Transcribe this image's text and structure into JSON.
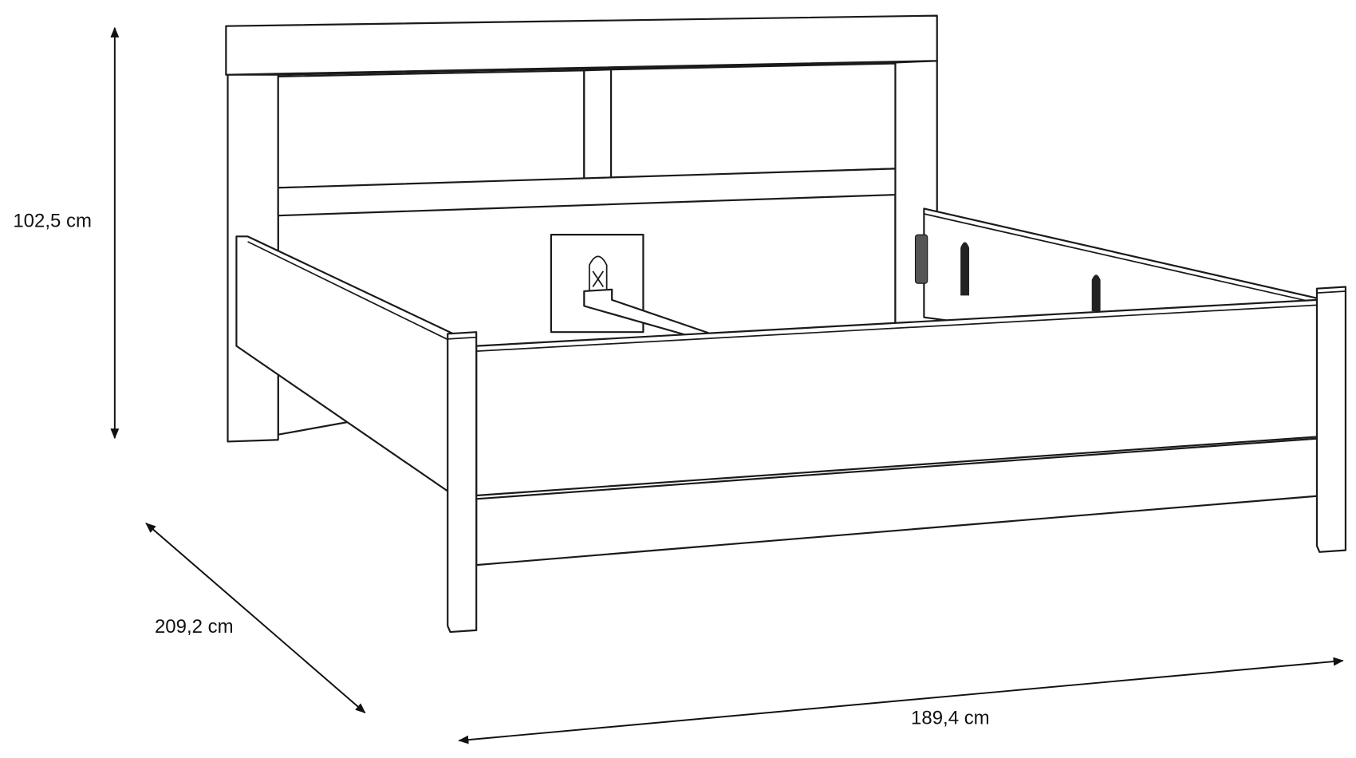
{
  "dimensions": {
    "height": {
      "label": "102,5 cm",
      "value": 102.5,
      "unit": "cm"
    },
    "length": {
      "label": "209,2 cm",
      "value": 209.2,
      "unit": "cm"
    },
    "width": {
      "label": "189,4 cm",
      "value": 189.4,
      "unit": "cm"
    }
  },
  "colors": {
    "line": "#1a1a1a",
    "background": "#ffffff"
  }
}
